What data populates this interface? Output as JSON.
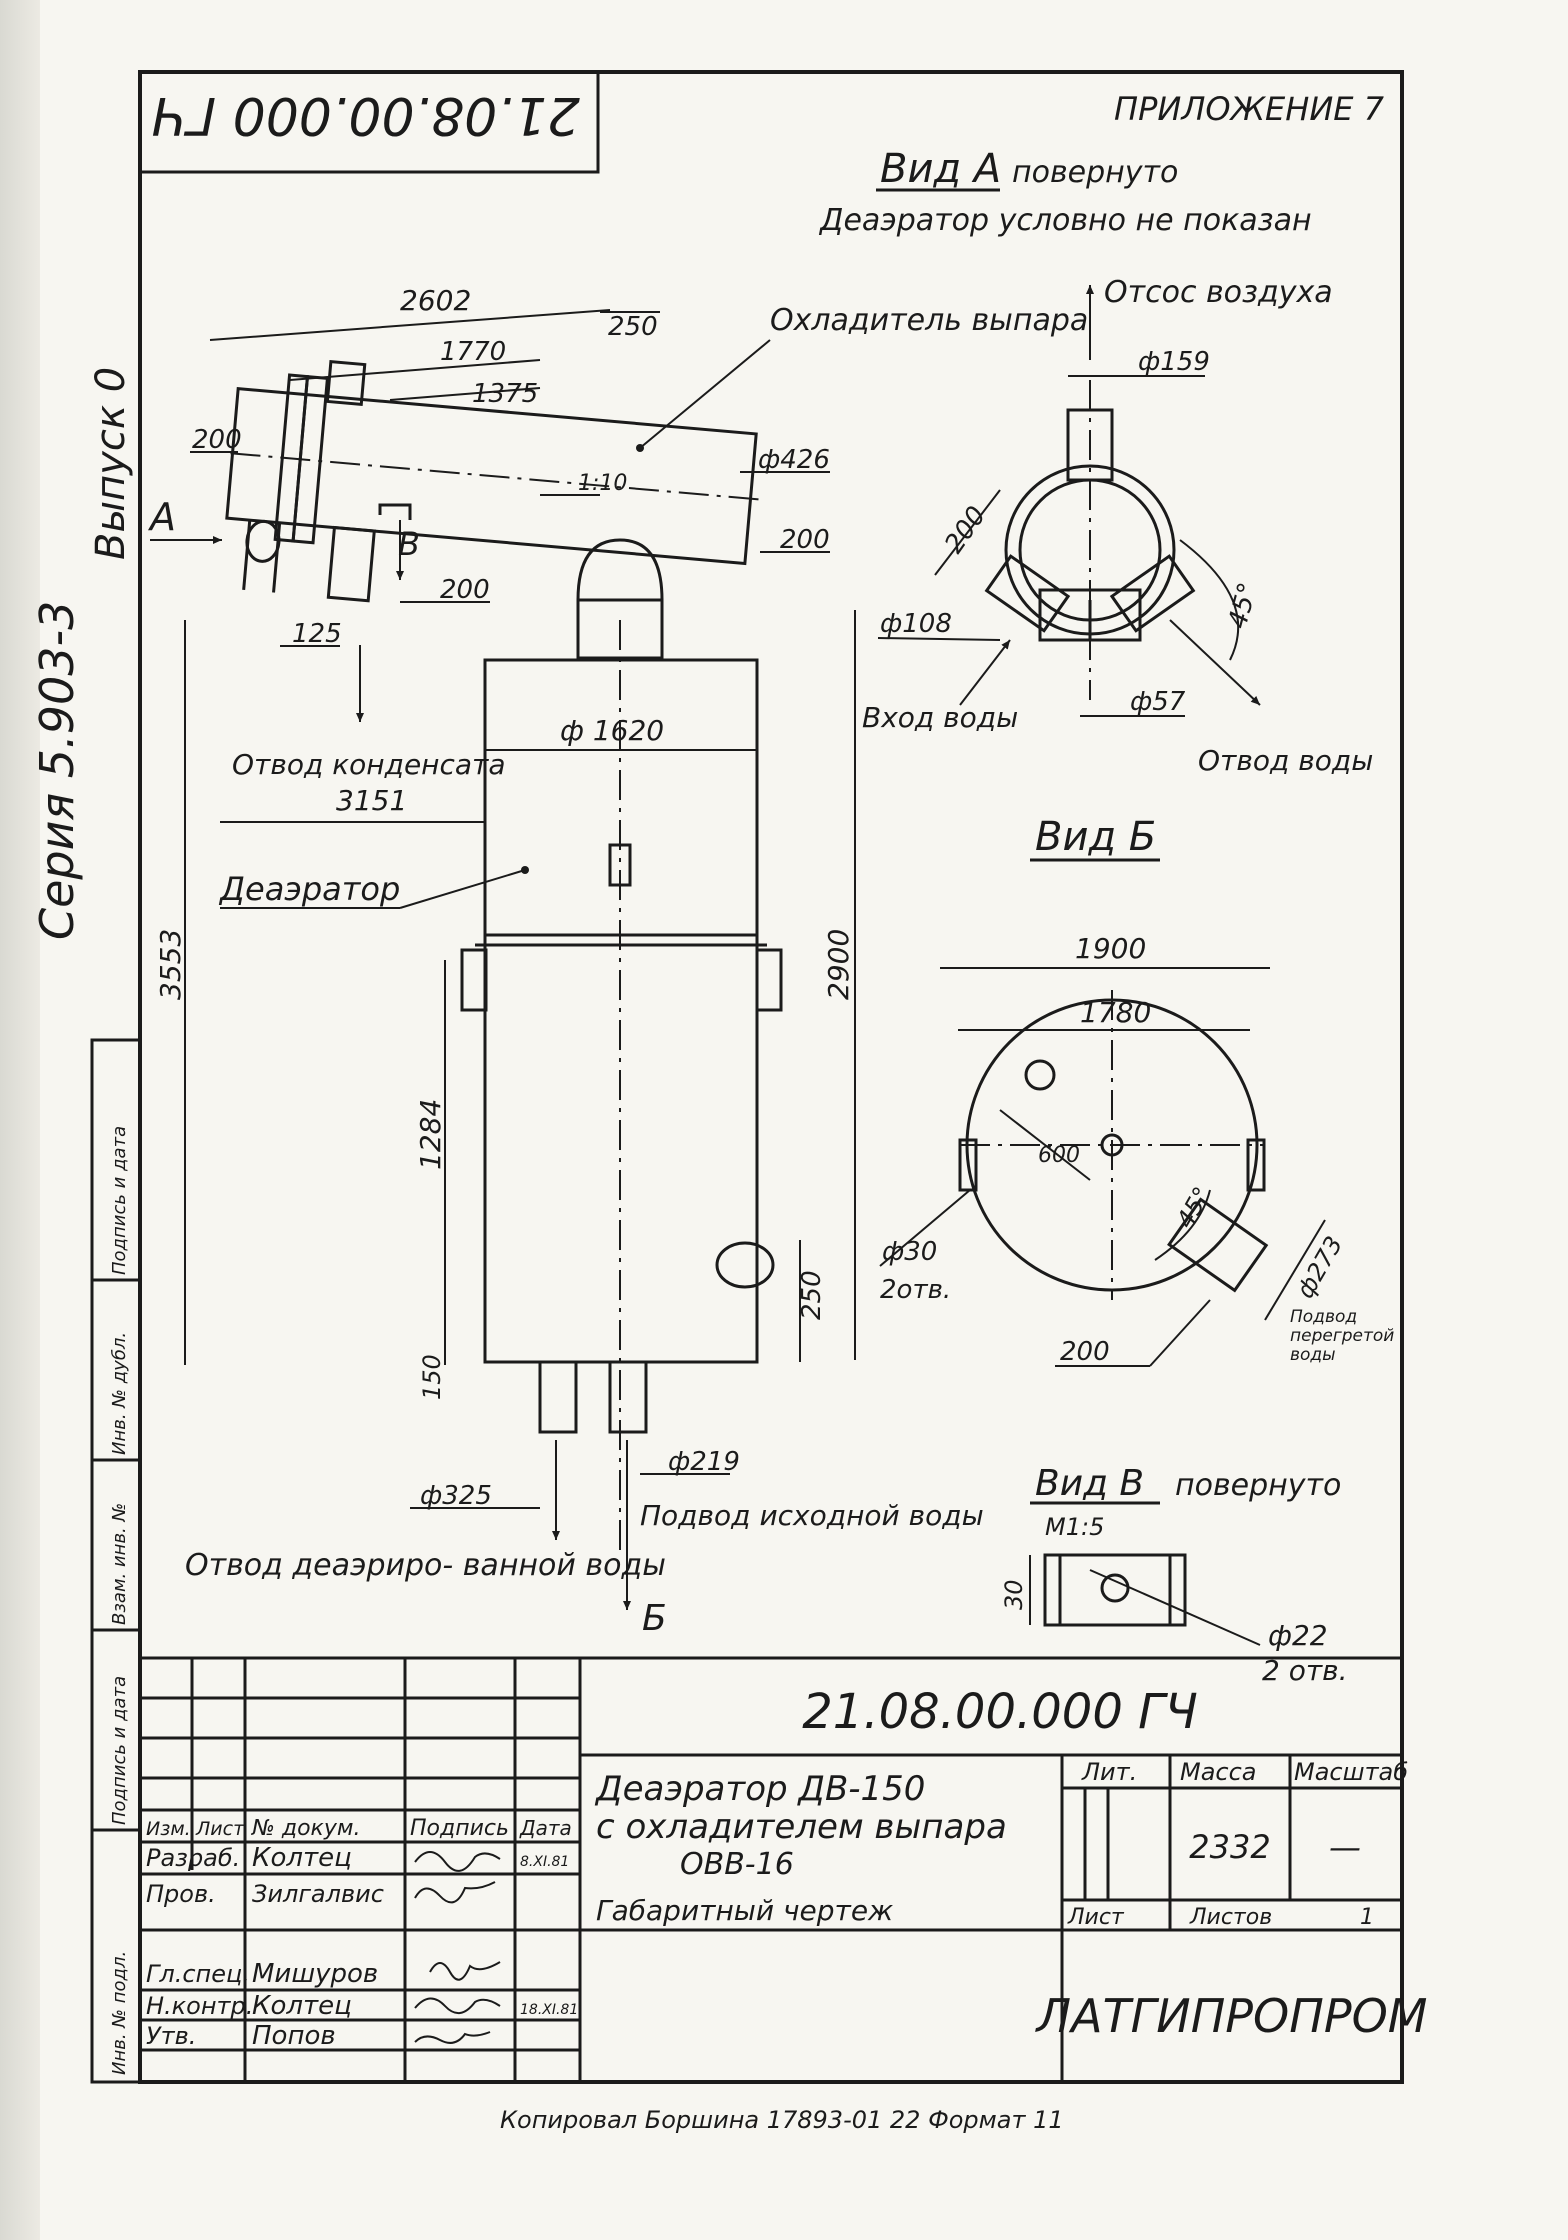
{
  "header": {
    "code_mirrored": "21.08.00.000 ГЧ",
    "appendix": "ПРИЛОЖЕНИЕ 7",
    "view_a_title": "Вид А",
    "view_a_rotated": "повернуто",
    "view_a_note": "Деаэратор условно не показан"
  },
  "side_labels": {
    "series": "Серия 5.903-3",
    "issue": "Выпуск 0"
  },
  "main_view": {
    "labels": {
      "vapor_cooler": "Охладитель выпара",
      "condensate": "Отвод конденсата",
      "deaerator": "Деаэратор",
      "deaerated_water": "Отвод деаэриро- ванной воды",
      "source_water": "Подвод исходной воды",
      "letter_a": "А",
      "letter_b_arrow": "Б",
      "letter_v": "В",
      "slope": "1:10"
    },
    "dims": {
      "d2602": "2602",
      "d1770": "1770",
      "d1375": "1375",
      "d250_top": "250",
      "d200_a": "200",
      "d200_b": "200",
      "d200_c": "200",
      "d125": "125",
      "phi426": "ф426",
      "phi1620": "ф 1620",
      "d3151": "3151",
      "d3553": "3553",
      "d2900": "2900",
      "d1284": "1284",
      "d150": "150",
      "d250_bottom": "250",
      "phi219": "ф219",
      "phi325": "ф325"
    }
  },
  "view_a": {
    "air_outlet": "Отсос воздуха",
    "phi159": "ф159",
    "d200": "200",
    "angle45": "45°",
    "phi108": "ф108",
    "water_in": "Вход воды",
    "phi57": "ф57",
    "water_out": "Отвод воды"
  },
  "view_b": {
    "title": "Вид Б",
    "d1900": "1900",
    "d1780": "1780",
    "d600": "600",
    "angle45": "45°",
    "phi30": "ф30",
    "holes2": "2отв.",
    "phi273": "ф273",
    "d200": "200",
    "hot_water": "Подвод перегретой воды"
  },
  "view_v": {
    "title": "Вид В",
    "rotated": "повернуто",
    "scale": "М1:5",
    "d30": "30",
    "phi22": "ф22",
    "holes2": "2 отв."
  },
  "title_block": {
    "doc_code": "21.08.00.000 ГЧ",
    "name_line1": "Деаэратор ДВ-150",
    "name_line2": "с охладителем выпара",
    "name_line3": "ОВВ-16",
    "doc_type": "Габаритный чертеж",
    "col_lit": "Лит.",
    "col_mass": "Масса",
    "col_scale": "Масштаб",
    "mass_value": "2332",
    "scale_value": "—",
    "sheet_label": "Лист",
    "sheets_label": "Листов",
    "sheets_value": "1",
    "org": "ЛАТГИПРОПРОМ",
    "header_row": [
      "Изм.",
      "Лист",
      "№ докум.",
      "Подпись",
      "Дата"
    ],
    "roles": [
      {
        "role": "Разраб.",
        "name": "Колтец",
        "date": "8.XI.81"
      },
      {
        "role": "Пров.",
        "name": "Зилгалвис",
        "date": ""
      },
      {
        "role": "Гл.спец.",
        "name": "Мишуров",
        "date": ""
      },
      {
        "role": "Н.контр.",
        "name": "Колтец",
        "date": "18.XI.81"
      },
      {
        "role": "Утв.",
        "name": "Попов",
        "date": ""
      }
    ],
    "left_strip": [
      "Инв. № подл.",
      "Подпись и дата",
      "Взам. инв. №",
      "Инв. № дубл.",
      "Подпись и дата"
    ]
  },
  "footer": {
    "copied": "Копировал Боршина 17893-01 22 Формат 11"
  }
}
